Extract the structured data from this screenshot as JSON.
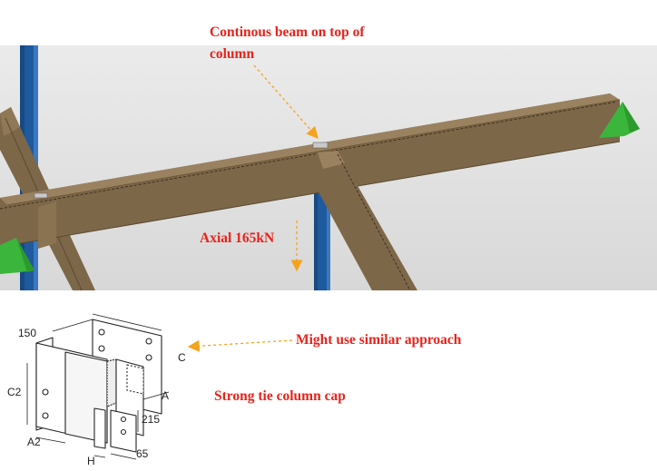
{
  "annotations": {
    "beam_line1": "Continous beam on top of",
    "beam_line2": "column",
    "axial": "Axial 165kN",
    "similar": "Might use similar approach",
    "strong_tie": "Strong tie column cap"
  },
  "dimensions": {
    "d150": "150",
    "c": "C",
    "c2": "C2",
    "a": "A",
    "d215": "215",
    "a2": "A2",
    "h": "H",
    "d65": "65"
  },
  "colors": {
    "annotation": "#e8231b",
    "arrow": "#f7a21b",
    "beam": "#7d6749",
    "column": "#1f5a9e",
    "support": "#3bb53b",
    "background": "#e6e6e6"
  }
}
